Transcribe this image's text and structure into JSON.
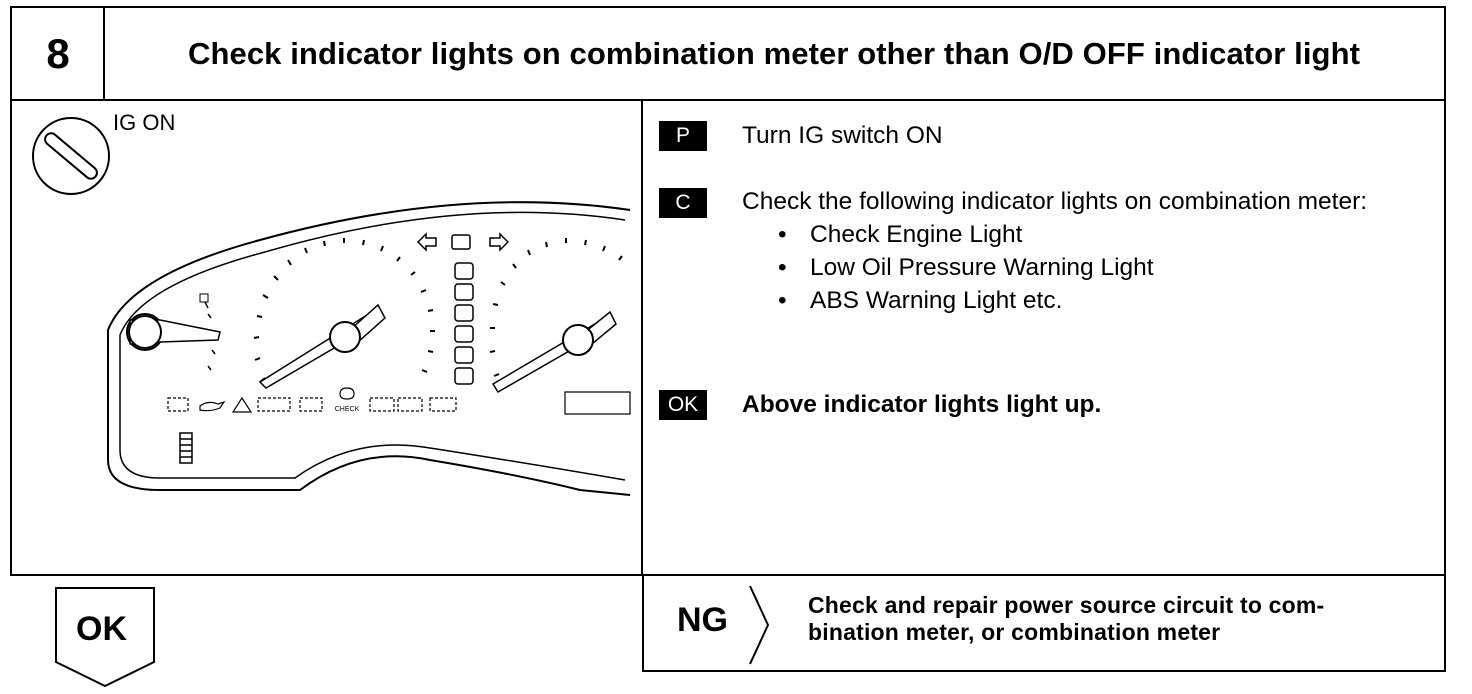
{
  "step": {
    "number": "8",
    "title": "Check indicator lights on combination meter other than O/D OFF indicator light"
  },
  "illustration": {
    "ig_label": "IG ON",
    "check_label": "CHECK",
    "icons": [
      "ignition-key-icon",
      "oil-pressure-icon",
      "warning-triangle-icon",
      "check-engine-icon",
      "fuel-pump-icon",
      "turn-signal-left-icon",
      "turn-signal-right-icon"
    ]
  },
  "instructions": [
    {
      "code": "P",
      "text": "Turn IG switch ON"
    },
    {
      "code": "C",
      "text": "Check the following indicator lights on combination meter:",
      "items": [
        "Check Engine Light",
        "Low Oil Pressure Warning Light",
        "ABS Warning Light etc."
      ]
    },
    {
      "code": "OK",
      "text": "Above indicator lights light up."
    }
  ],
  "result_ng": {
    "label": "NG",
    "action_line1": "Check and repair power source circuit to com-",
    "action_line2": "bination meter, or combination meter"
  },
  "result_ok": {
    "label": "OK"
  }
}
